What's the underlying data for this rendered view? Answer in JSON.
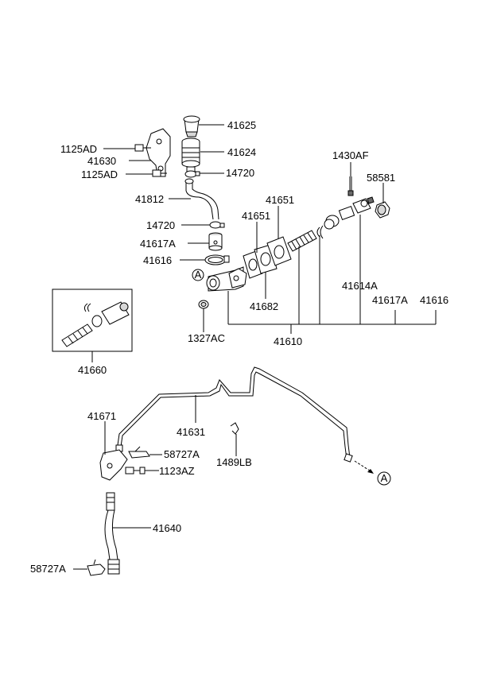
{
  "labels": {
    "p41625": "41625",
    "p41624": "41624",
    "p1125AD_a": "1125AD",
    "p41630": "41630",
    "p1125AD_b": "1125AD",
    "p14720_a": "14720",
    "p1430AF": "1430AF",
    "p58581": "58581",
    "p41812": "41812",
    "p41651_a": "41651",
    "p41651_b": "41651",
    "p14720_b": "14720",
    "p41617A_a": "41617A",
    "p41616_a": "41616",
    "p41614A": "41614A",
    "p41682": "41682",
    "p41617A_b": "41617A",
    "p41616_b": "41616",
    "p1327AC": "1327AC",
    "p41610": "41610",
    "p41660": "41660",
    "p41671": "41671",
    "p41631": "41631",
    "p58727A_a": "58727A",
    "p1123AZ": "1123AZ",
    "p1489LB": "1489LB",
    "p41640": "41640",
    "p58727A_b": "58727A"
  },
  "ref_markers": {
    "a1": "A",
    "a2": "A"
  }
}
